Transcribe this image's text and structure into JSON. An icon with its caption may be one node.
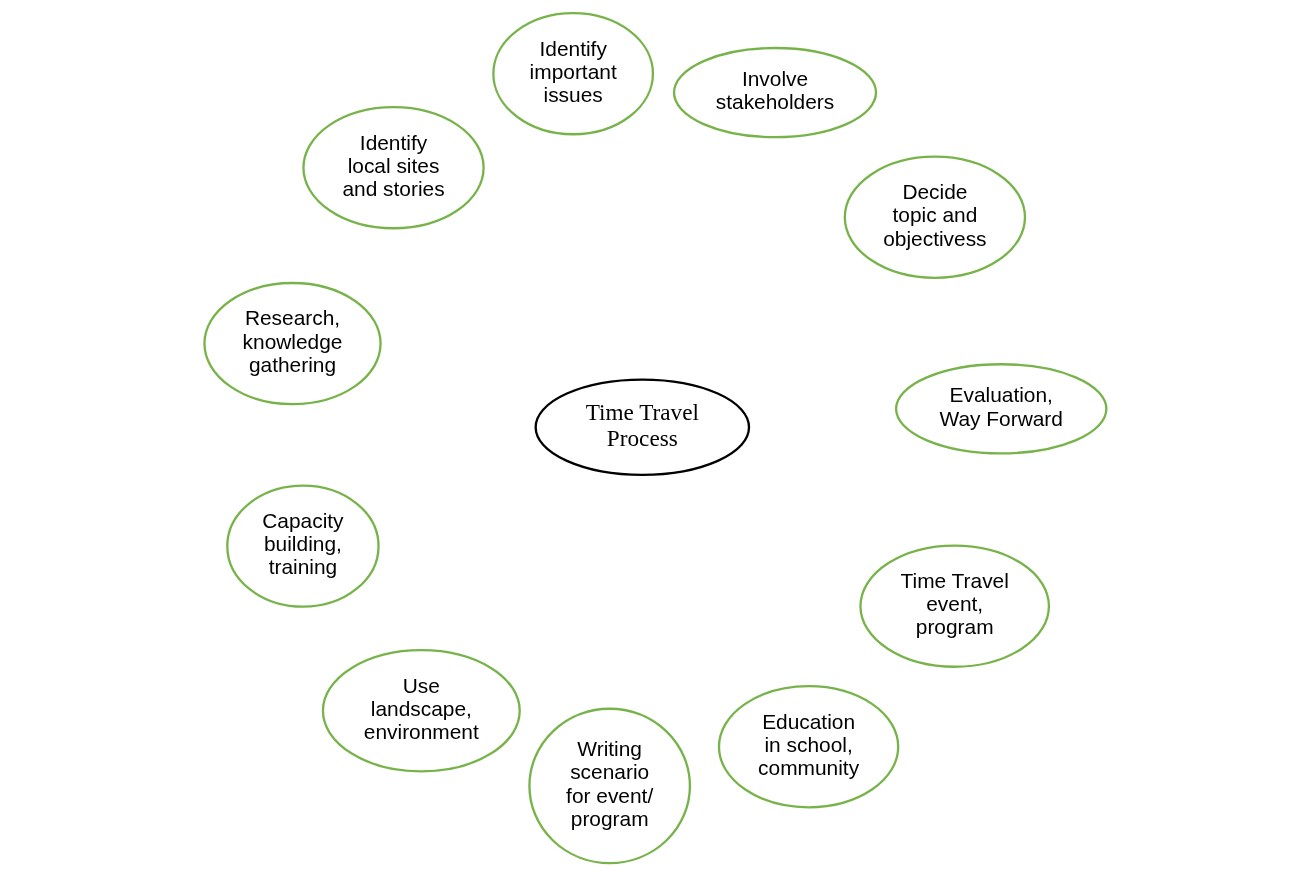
{
  "diagram": {
    "nodes": [
      {
        "text": [
          "Time Travel Process"
        ]
      },
      {
        "text": [
          "Decide topic and objectivess"
        ]
      },
      {
        "text": [
          "Involve stakeholders"
        ]
      },
      {
        "text": [
          "Identify important issues"
        ]
      },
      {
        "text": [
          "Identify local sites and stories"
        ]
      },
      {
        "text": [
          "Research, knowledge gathering"
        ]
      },
      {
        "text": [
          "Capacity building, training"
        ]
      },
      {
        "text": [
          "Use landscape, environment"
        ]
      },
      {
        "text": [
          "Writing scenario for event/ program"
        ]
      },
      {
        "text": [
          "Education in school, community"
        ]
      },
      {
        "text": [
          "Time Travel event, program"
        ]
      },
      {
        "text": [
          "Evaluation, Way Forward"
        ]
      }
    ]
  }
}
